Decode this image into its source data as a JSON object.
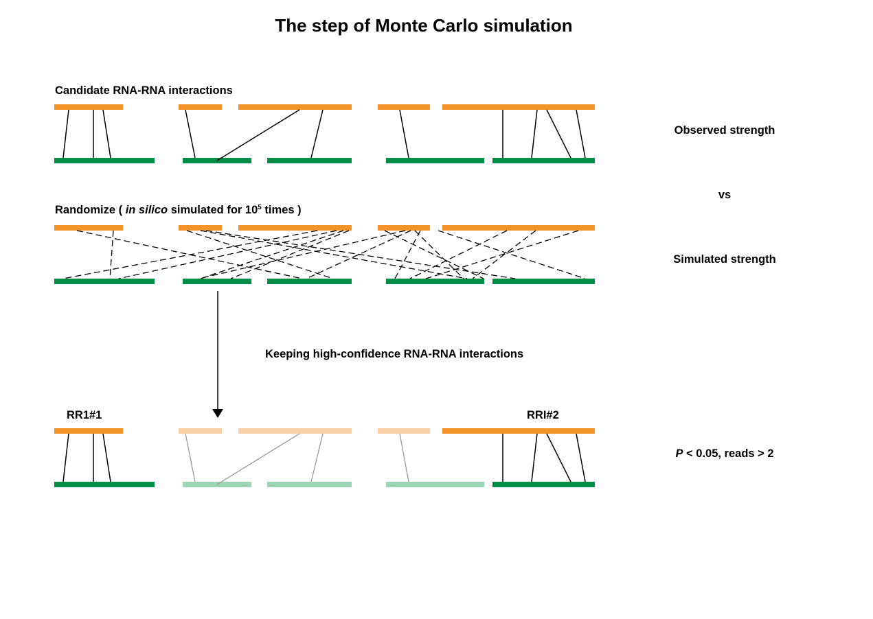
{
  "title": "The step of Monte Carlo simulation",
  "panels": {
    "candidate": {
      "label": "Candidate RNA-RNA interactions"
    },
    "randomize": {
      "label_prefix": "Randomize (",
      "label_italic": "in silico",
      "label_mid": "simulated for 10",
      "label_sup": "5",
      "label_suffix": "times )"
    },
    "filtered": {
      "left_group_label": "RR1#1",
      "right_group_label": "RRI#2"
    }
  },
  "middle_label": "Keeping high-confidence RNA-RNA interactions",
  "side_labels": {
    "observed": "Observed strength",
    "vs": "vs",
    "simulated": "Simulated strength",
    "threshold_italic": "P",
    "threshold_rest": "< 0.05, reads > 2"
  },
  "colors": {
    "upper_rna": "#f39229",
    "lower_rna": "#038c46",
    "upper_rna_faded": "#f8d1a6",
    "lower_rna_faded": "#9ed4b6",
    "faded_link": "#999999",
    "link": "#000000"
  }
}
